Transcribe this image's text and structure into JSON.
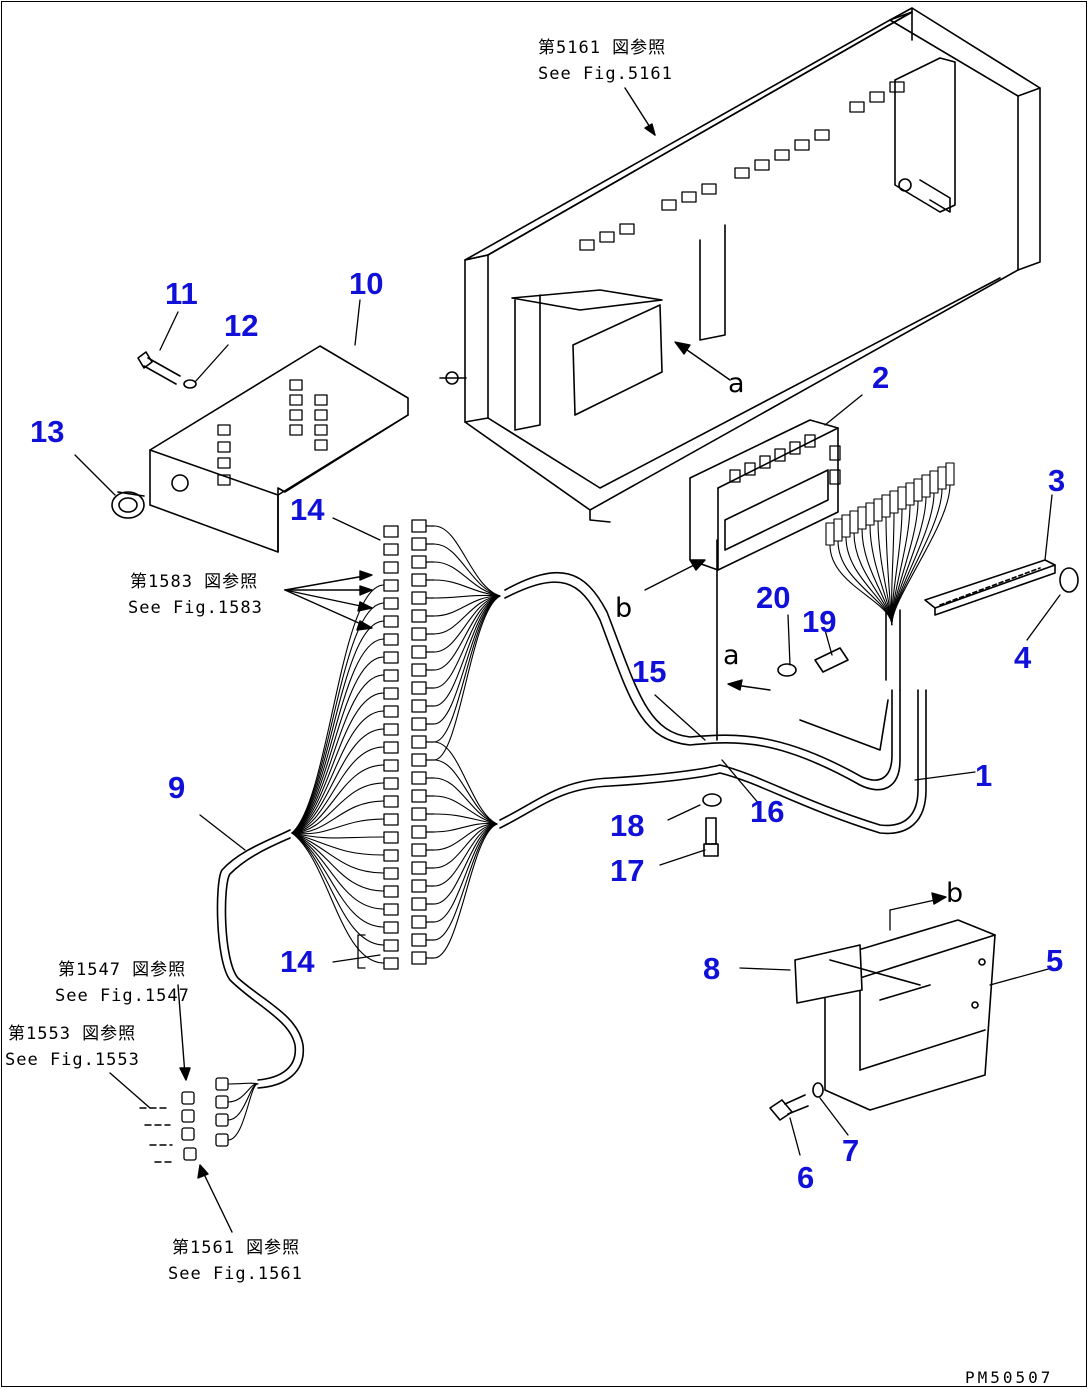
{
  "colors": {
    "callout": "#1010d8",
    "line": "#000000"
  },
  "callouts": [
    "1",
    "2",
    "3",
    "4",
    "5",
    "6",
    "7",
    "8",
    "9",
    "10",
    "11",
    "12",
    "13",
    "14",
    "14",
    "15",
    "16",
    "17",
    "18",
    "19",
    "20"
  ],
  "refs": {
    "r5161": [
      "第5161 図参照",
      "See Fig.5161"
    ],
    "r1583": [
      "第1583 図参照",
      "See Fig.1583"
    ],
    "r1547": [
      "第1547 図参照",
      "See Fig.1547"
    ],
    "r1553": [
      "第1553 図参照",
      "See Fig.1553"
    ],
    "r1561": [
      "第1561 図参照",
      "See Fig.1561"
    ]
  },
  "letters": {
    "a1": "a",
    "a2": "a",
    "b1": "b",
    "b2": "b"
  },
  "drawing_code": "PM50507"
}
